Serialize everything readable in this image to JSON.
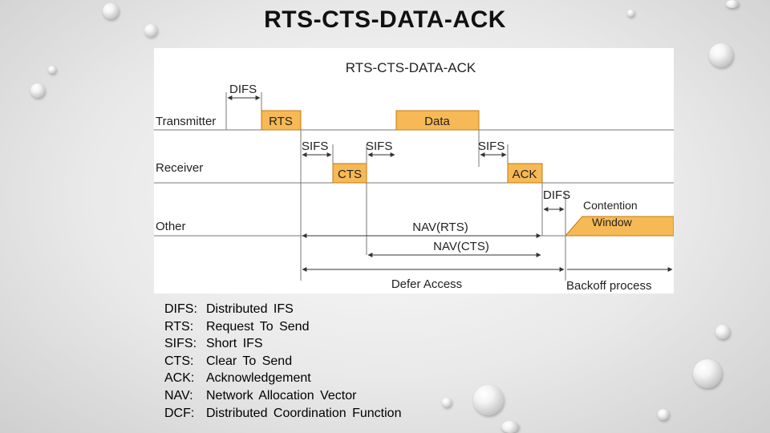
{
  "slide": {
    "title": "RTS-CTS-DATA-ACK"
  },
  "diagram": {
    "title": "RTS-CTS-DATA-ACK",
    "rows": {
      "transmitter": "Transmitter",
      "receiver": "Receiver",
      "other": "Other"
    },
    "frames": {
      "rts": "RTS",
      "data": "Data",
      "cts": "CTS",
      "ack": "ACK"
    },
    "intervals": {
      "difs_top": "DIFS",
      "sifs_1": "SIFS",
      "sifs_2": "SIFS",
      "sifs_3": "SIFS",
      "difs_right": "DIFS"
    },
    "nav": {
      "rts": "NAV(RTS)",
      "cts": "NAV(CTS)"
    },
    "contention": {
      "line1": "Contention",
      "line2": "Window"
    },
    "bottom": {
      "defer": "Defer Access",
      "backoff": "Backoff process"
    },
    "colors": {
      "frame_fill": "#f7b955",
      "frame_stroke": "#c07a10",
      "line": "#555555"
    }
  },
  "legend": [
    {
      "term": "DIFS:",
      "definition": "Distributed  IFS"
    },
    {
      "term": "RTS:",
      "definition": "Request  To  Send"
    },
    {
      "term": "SIFS:",
      "definition": "Short  IFS"
    },
    {
      "term": "CTS:",
      "definition": "Clear  To  Send"
    },
    {
      "term": "ACK:",
      "definition": "Acknowledgement"
    },
    {
      "term": "NAV:",
      "definition": "Network  Allocation  Vector"
    },
    {
      "term": "DCF:",
      "definition": "Distributed  Coordination  Function"
    }
  ]
}
